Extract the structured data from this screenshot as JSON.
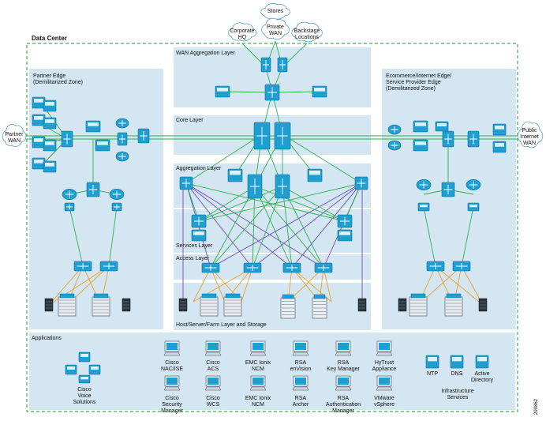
{
  "diagram": {
    "title": "Data Center",
    "clouds": {
      "stores": "Stores",
      "corporate_hq": [
        "Corporate",
        "HQ"
      ],
      "private_wan": [
        "Private",
        "WAN"
      ],
      "backstage": [
        "Backstage",
        "Locations"
      ],
      "partner_wan": [
        "Partner",
        "WAN"
      ],
      "public_internet": [
        "Public",
        "Internet",
        "WAN"
      ]
    },
    "zones": {
      "wan_agg": "WAN Aggregation Layer",
      "core": "Core Layer",
      "aggregation": "Aggregation Layer",
      "services": "Services Layer",
      "access": "Access Layer",
      "host": "Host/Server/Farm Layer and Storage",
      "partner_edge": [
        "Partner Edge",
        "(Demilitarized Zone)"
      ],
      "ecommerce_edge": [
        "Ecommerce/Internet Edge/",
        "Service Provider Edge",
        "(Demilitarized Zone)"
      ],
      "applications": "Applications"
    },
    "applications": [
      [
        "Cisco",
        "Voice",
        "Solutions"
      ],
      [
        "Cisco",
        "NAC/ISE"
      ],
      [
        "Cisco",
        "ACS"
      ],
      [
        "EMC Ionix",
        "NCM"
      ],
      [
        "RSA",
        "enVision"
      ],
      [
        "RSA",
        "Key Manager"
      ],
      [
        "HyTrust",
        "Appliance"
      ],
      [
        "Cisco",
        "Security",
        "Manager"
      ],
      [
        "Cisco",
        "WCS"
      ],
      [
        "EMC Ionix",
        "NCM"
      ],
      [
        "RSA",
        "Archer"
      ],
      [
        "RSA",
        "Authentication",
        "Manager"
      ],
      [
        "VMware",
        "vSphere"
      ]
    ],
    "infrastructure": {
      "items": [
        "NTP",
        "DNS",
        [
          "Active",
          "Directory"
        ]
      ],
      "label": [
        "Infrastructure",
        "Services"
      ]
    },
    "figure_number": "290862",
    "colors": {
      "zone_fill": "#d4e6f2",
      "border_dash": "#3cb44b",
      "device": "#1f9fd0",
      "link_green": "#2bb24c",
      "link_purple": "#6b4fbf",
      "link_orange": "#f0a020"
    }
  }
}
